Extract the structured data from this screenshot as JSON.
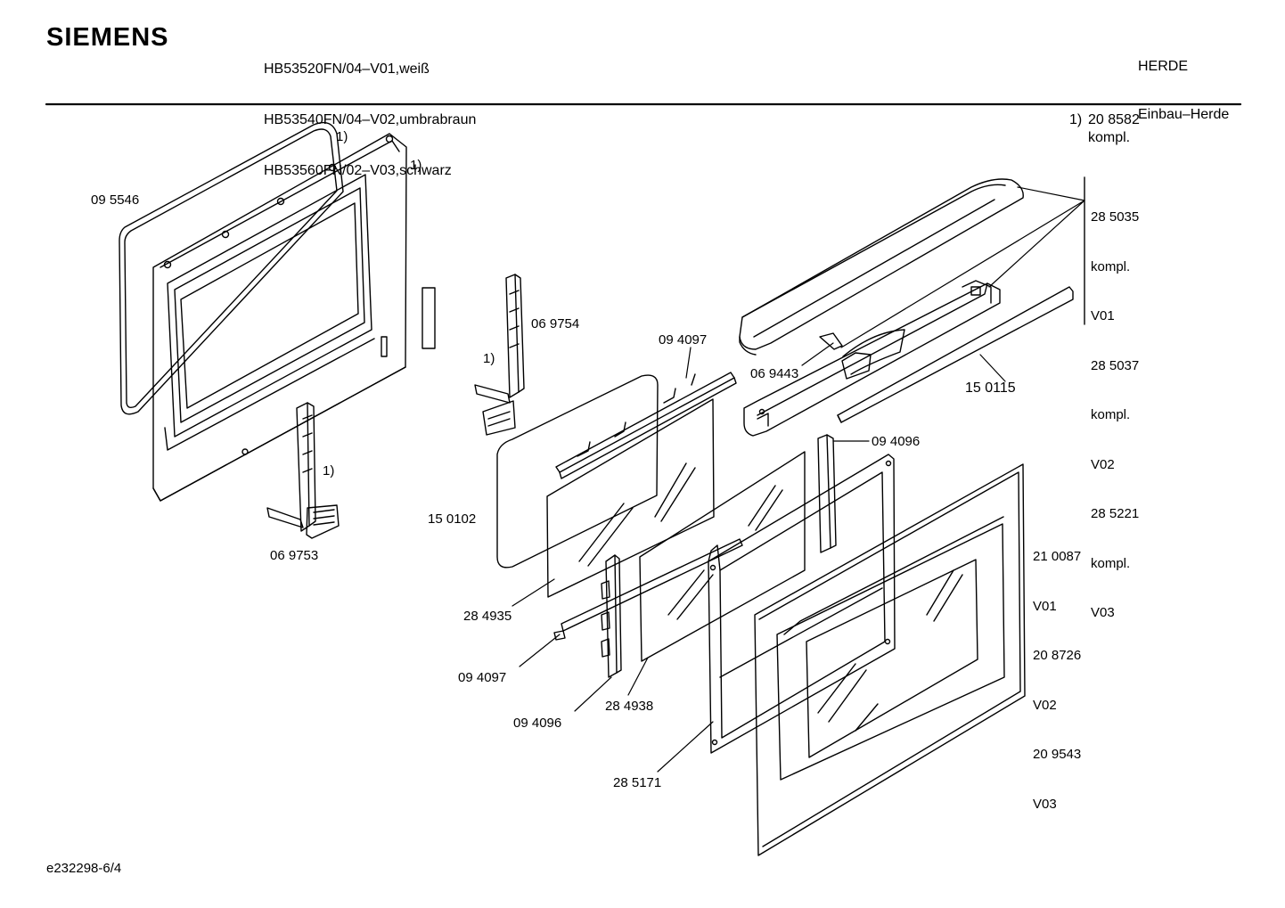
{
  "header": {
    "brand": "SIEMENS",
    "models": [
      "HB53520FN/04–V01,weiß",
      "HB53540FN/04–V02,umbrabraun",
      "HB53560FN/02–V03,schwarz"
    ],
    "category": [
      "HERDE",
      "Einbau–Herde"
    ]
  },
  "footnote": {
    "marker": "1)",
    "part": "20 8582",
    "note": "kompl."
  },
  "parts": {
    "p095546": "09 5546",
    "fn_seal": "1)",
    "fn_frame": "1)",
    "fn_hinge_left": "1)",
    "fn_hinge_mid": "1)",
    "p069753": "06 9753",
    "p069754": "06 9754",
    "p094097_top": "09 4097",
    "p069443": "06 9443",
    "p150115": "15 0115",
    "p094096_right": "09 4096",
    "p150102": "15 0102",
    "p284935": "28 4935",
    "p094097_bottom": "09 4097",
    "p094096_bottom": "09 4096",
    "p284938": "28 4938",
    "p285171": "28 5171"
  },
  "handle_variants": [
    "28 5035",
    "kompl.",
    "V01",
    "28 5037",
    "kompl.",
    "V02",
    "28 5221",
    "kompl.",
    "V03"
  ],
  "glass_variants": [
    "21 0087",
    "V01",
    "20 8726",
    "V02",
    "20 9543",
    "V03"
  ],
  "doc_id": "e232298-6/4"
}
